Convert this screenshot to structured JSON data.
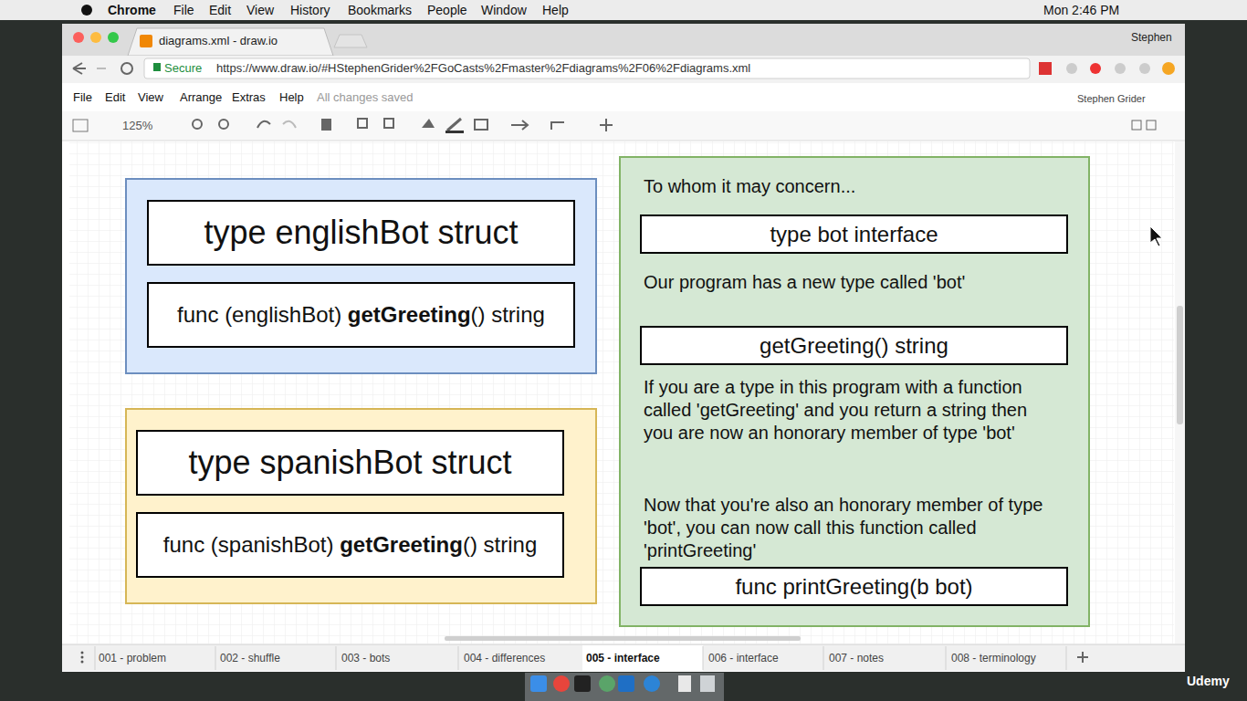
{
  "diagram": {
    "nodes": [
      {
        "text": []
      },
      {
        "text": [
          "type englishBot struct"
        ],
        "in": 0
      },
      {
        "text": [
          "func (englishBot) getGreeting() string"
        ],
        "in": 0
      },
      {
        "text": []
      },
      {
        "text": [
          "type spanishBot struct"
        ],
        "in": 3
      },
      {
        "text": [
          "func (spanishBot) getGreeting() string"
        ],
        "in": 3
      },
      {
        "text": [
          "To whom it may concern...",
          "Our program has a new type called 'bot'",
          "If you are a type in this program with a function called 'getGreeting' and you return a string then you are now an honorary member of type 'bot'",
          "Now that you're also an honorary member of type 'bot', you can now call this function called 'printGreeting'"
        ]
      },
      {
        "text": [
          "type bot interface"
        ],
        "in": 6
      },
      {
        "text": [
          "getGreeting() string"
        ],
        "in": 6
      },
      {
        "text": [
          "func printGreeting(b bot)"
        ],
        "in": 6
      }
    ],
    "labels": [
      "Chrome",
      "File",
      "Edit",
      "View",
      "History",
      "Bookmarks",
      "People",
      "Window",
      "Help",
      "Mon 2:46 PM",
      "Stephen",
      "diagrams.xml - draw.io",
      "Secure",
      "https://www.draw.io/#HStephenGrider%2FGoCasts%2Fmaster%2Fdiagrams%2F06%2Fdiagrams.xml",
      "File",
      "Edit",
      "View",
      "Arrange",
      "Extras",
      "Help",
      "All changes saved",
      "Stephen Grider",
      "125%",
      "001 - problem",
      "002 - shuffle",
      "003 - bots",
      "004 - differences",
      "005 - interface",
      "006 - interface",
      "007 - notes",
      "008 - terminology",
      "Udemy"
    ]
  }
}
